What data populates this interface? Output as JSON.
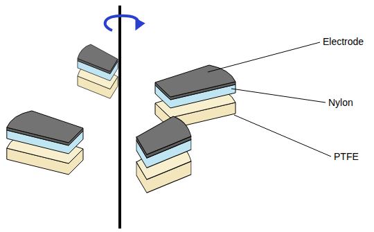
{
  "diagram": {
    "labels": [
      "Electrode",
      "Nylon",
      "PTFE"
    ]
  }
}
